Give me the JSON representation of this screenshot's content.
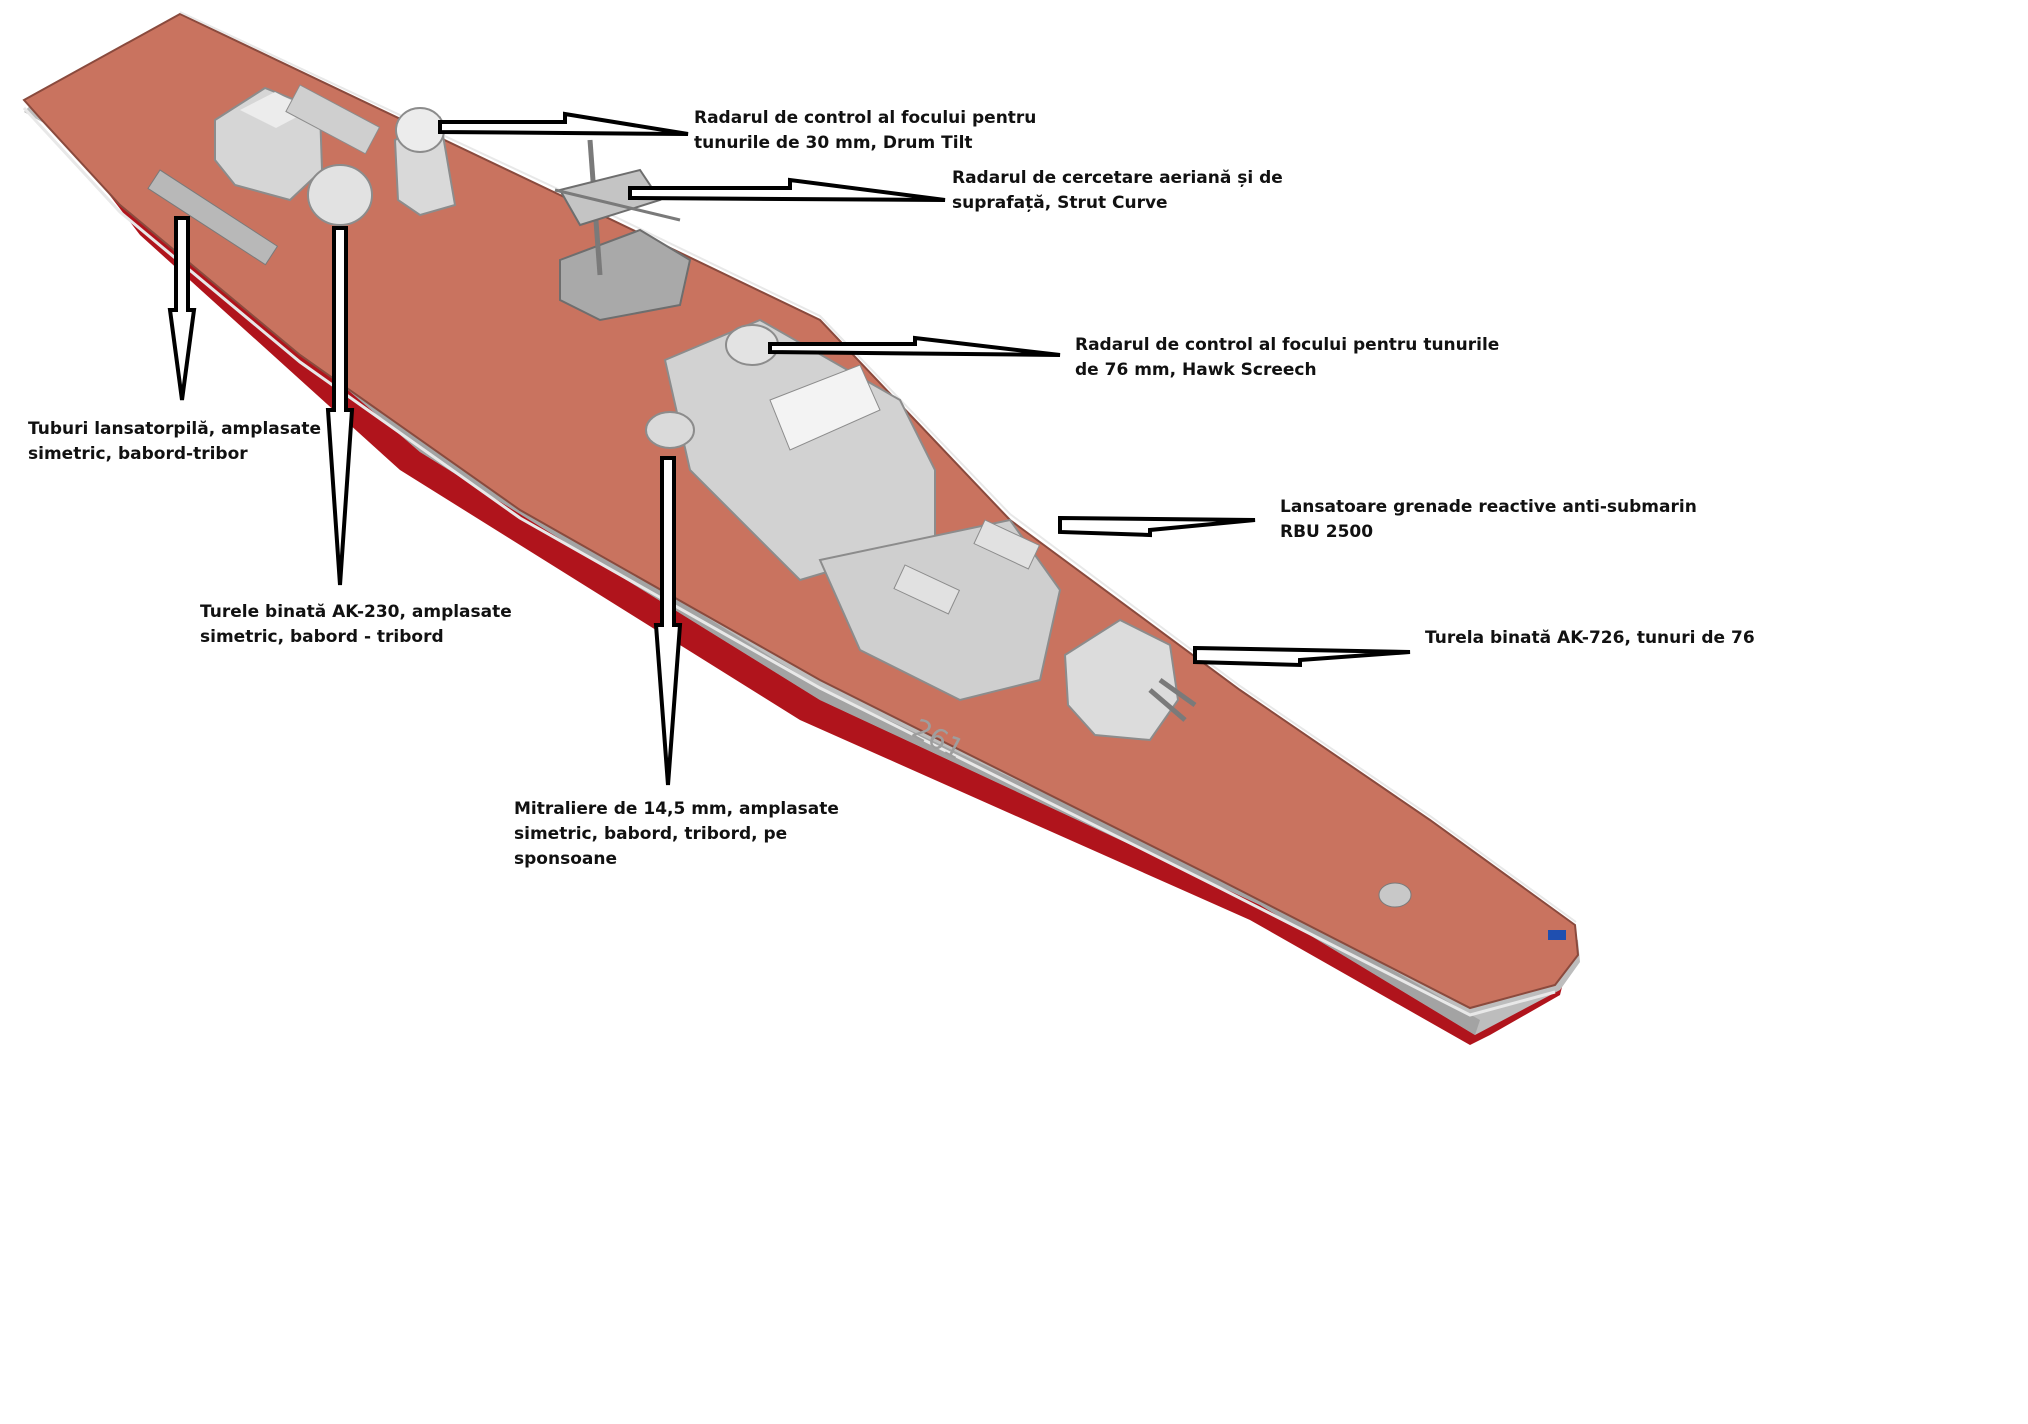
{
  "colors": {
    "deck": "#c9735f",
    "deck_dark": "#a9584a",
    "hull_gray": "#b9b9b9",
    "hull_red": "#b0141c",
    "superstructure": "#d8d8d8",
    "arrow_stroke": "#000000",
    "label_text": "#111111"
  },
  "ship": {
    "hull_number": "261"
  },
  "annotations": [
    {
      "id": "drum-tilt",
      "text": "Radarul de control al focului pentru\ntunurile de 30 mm, Drum Tilt"
    },
    {
      "id": "strut-curve",
      "text": "Radarul de cercetare aeriană și de\nsuprafață, Strut Curve"
    },
    {
      "id": "hawk-screech",
      "text": "Radarul de control al focului pentru tunurile\nde 76 mm, Hawk Screech"
    },
    {
      "id": "rbu-2500",
      "text": "Lansatoare grenade reactive anti-submarin\nRBU 2500"
    },
    {
      "id": "ak-726",
      "text": "Turela binată AK-726, tunuri de 76"
    },
    {
      "id": "torpedo-tubes",
      "text": "Tuburi lansatorpilă, amplasate\nsimetric, babord-tribor"
    },
    {
      "id": "ak-230",
      "text": "Turele binată AK-230, amplasate\nsimetric, babord - tribord"
    },
    {
      "id": "machine-guns",
      "text": "Mitraliere de 14,5 mm, amplasate\nsimetric, babord, tribord, pe\nsponsoane"
    }
  ]
}
